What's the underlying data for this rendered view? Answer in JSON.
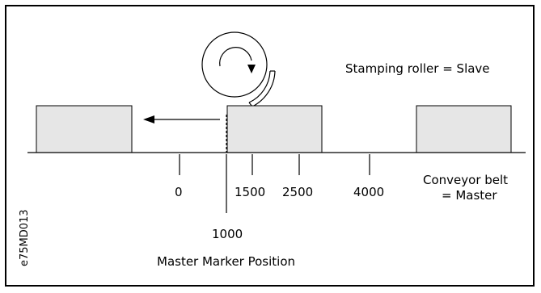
{
  "slave_label": "Stamping roller = Slave",
  "master_label_line1": "Conveyor belt",
  "master_label_line2": "= Master",
  "marker_caption": "Master Marker Position",
  "marker_value": "1000",
  "figure_id": "e75MD013",
  "scale_ticks": [
    "0",
    "1500",
    "2500",
    "4000"
  ],
  "colors": {
    "box_fill": "#e6e6e6",
    "line": "#000000"
  }
}
